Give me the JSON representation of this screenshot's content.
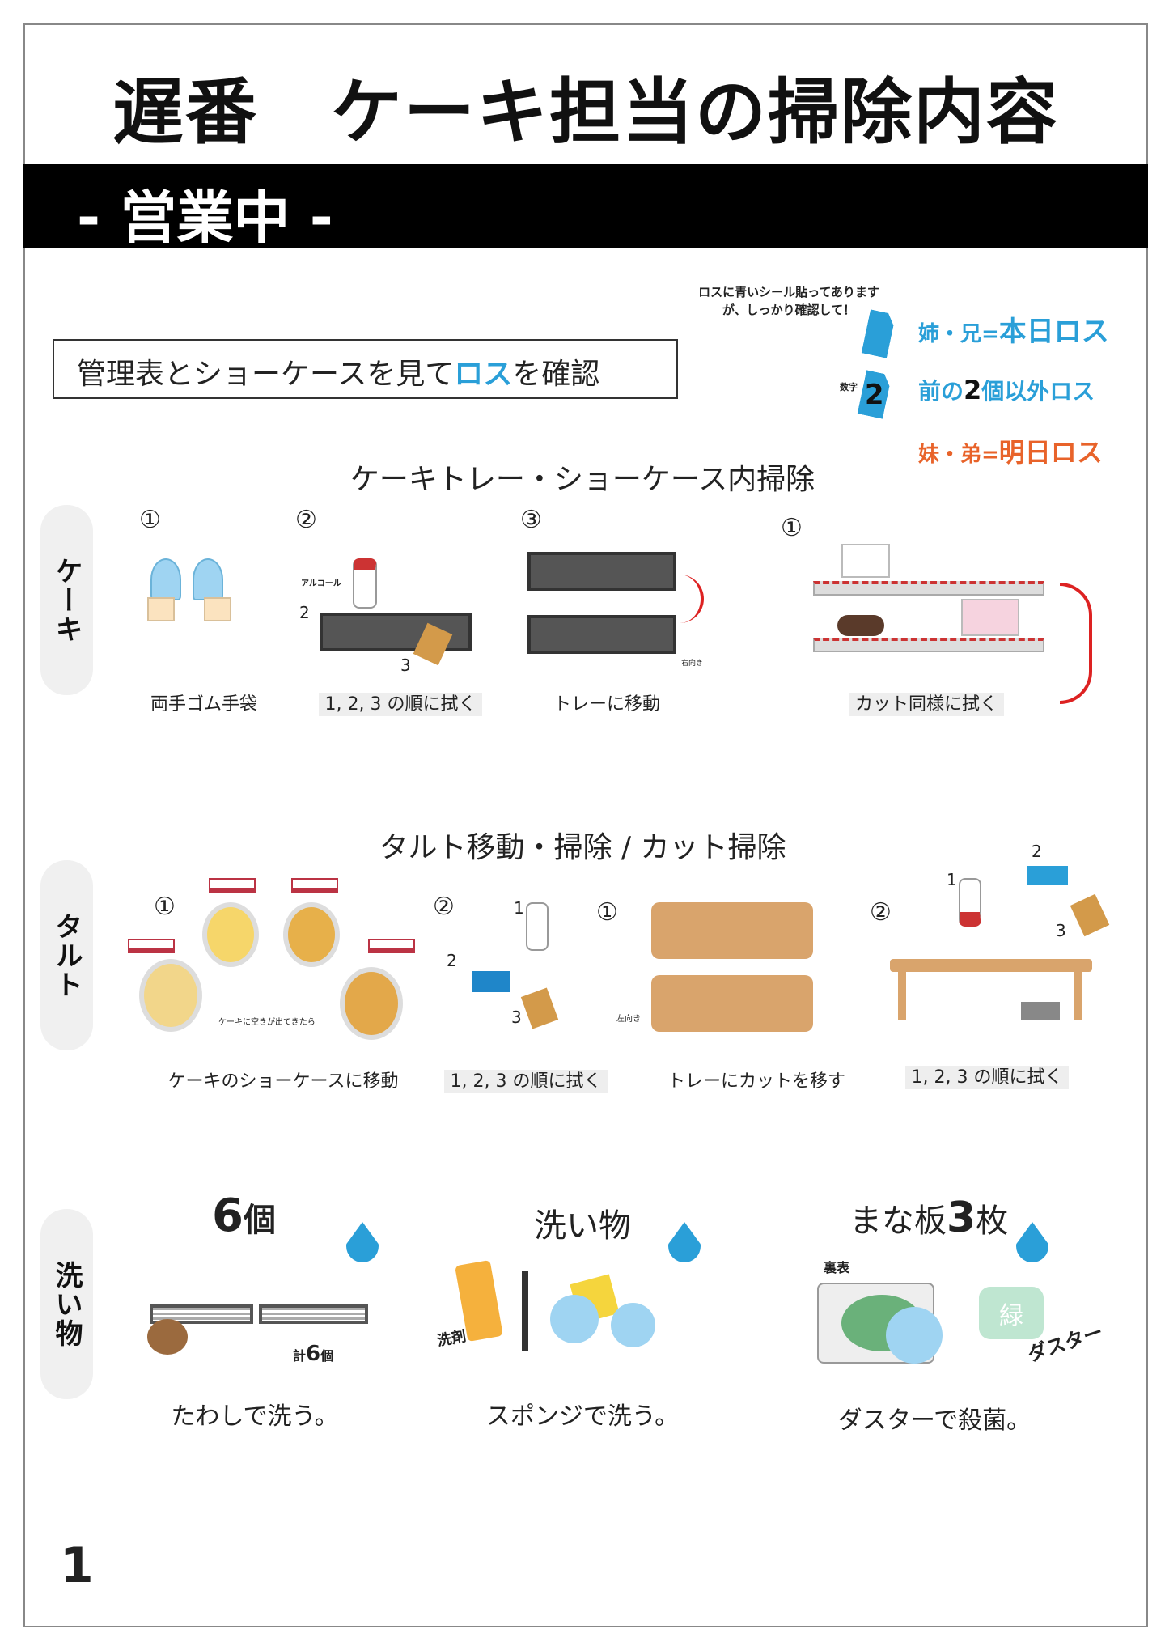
{
  "title": "遅番　ケーキ担当の掃除内容",
  "banner": "- 営業中 -",
  "check_box": {
    "text_before": "管理表とショーケースを見て",
    "highlight": "ロス",
    "text_after": "を確認"
  },
  "notice": {
    "line1": "ロスに青いシール貼ってあります",
    "line2": "が、しっかり確認して！"
  },
  "legend": [
    {
      "prefix": "姉・兄=",
      "value": "本日ロス",
      "color": "#2a9fd8"
    },
    {
      "prefix": "前の",
      "number": "2",
      "suffix": "個以外ロス",
      "tag_label": "数字",
      "color": "#2a9fd8"
    },
    {
      "prefix": "妹・弟=",
      "value": "明日ロス",
      "color": "#e8632a"
    }
  ],
  "sections": {
    "cake": {
      "tab": "ケーキ",
      "heading": "ケーキトレー・ショーケース内掃除",
      "steps": [
        {
          "num": "①",
          "caption": "両手ゴム手袋"
        },
        {
          "num": "②",
          "caption": "1, 2, 3 の順に拭く",
          "bottle_label": "アルコール",
          "marks": [
            "2",
            "3"
          ]
        },
        {
          "num": "③",
          "caption": "トレーに移動",
          "note": "右向き"
        },
        {
          "num": "①",
          "caption": "カット同様に拭く"
        }
      ]
    },
    "tart": {
      "tab": "タルト",
      "heading": "タルト移動・掃除 / カット掃除",
      "steps": [
        {
          "num": "①",
          "caption": "ケーキのショーケースに移動",
          "note": "ケーキに空きが出てきたら"
        },
        {
          "num": "②",
          "caption": "1, 2, 3 の順に拭く",
          "marks": [
            "1",
            "2",
            "3"
          ]
        },
        {
          "num": "①",
          "caption": "トレーにカットを移す",
          "note": "左向き"
        },
        {
          "num": "②",
          "caption": "1, 2, 3 の順に拭く",
          "marks": [
            "1",
            "2",
            "3"
          ]
        }
      ]
    },
    "wash": {
      "tab": "洗い物",
      "items": [
        {
          "heading_num": "6",
          "heading_text": "個",
          "caption": "たわしで洗う。",
          "note_prefix": "計",
          "note_num": "6",
          "note_suffix": "個"
        },
        {
          "heading_text": "洗い物",
          "caption": "スポンジで洗う。",
          "label": "洗剤"
        },
        {
          "heading_text": "まな板",
          "heading_num": "3",
          "heading_suffix": "枚",
          "caption": "ダスターで殺菌。",
          "board_label": "裏表",
          "duster_label": "ダスター",
          "duster_color": "緑"
        }
      ]
    }
  },
  "page_number": "1"
}
